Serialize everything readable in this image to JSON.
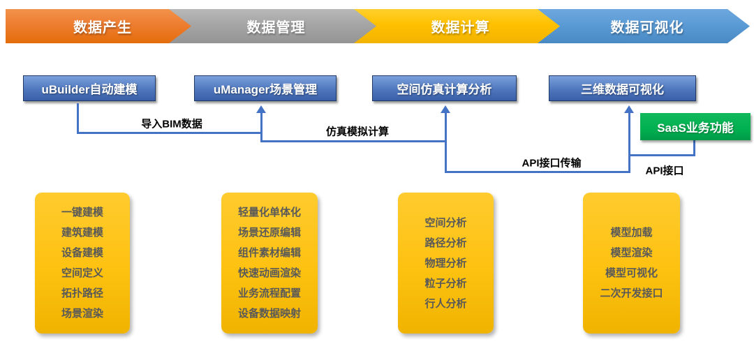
{
  "banner": {
    "stages": [
      {
        "label": "数据产生",
        "color": "#ED7D31"
      },
      {
        "label": "数据管理",
        "color": "#A5A5A5"
      },
      {
        "label": "数据计算",
        "color": "#FFC000"
      },
      {
        "label": "数据可视化",
        "color": "#5B9BD5"
      }
    ]
  },
  "products": [
    {
      "label": "uBuilder自动建模"
    },
    {
      "label": "uManager场景管理"
    },
    {
      "label": "空间仿真计算分析"
    },
    {
      "label": "三维数据可视化"
    }
  ],
  "saas_box": {
    "label": "SaaS业务功能",
    "color": "#00B050"
  },
  "connectors": {
    "line_color": "#4472C4",
    "import_bim": "导入BIM数据",
    "simulation": "仿真模拟计算",
    "api_transfer": "API接口传输",
    "api": "API接口"
  },
  "feature_groups": [
    {
      "items": [
        "一键建模",
        "建筑建模",
        "设备建模",
        "空间定义",
        "拓扑路径",
        "场景渲染"
      ]
    },
    {
      "items": [
        "轻量化单体化",
        "场景还原编辑",
        "组件素材编辑",
        "快速动画渲染",
        "业务流程配置",
        "设备数据映射"
      ]
    },
    {
      "items": [
        "空间分析",
        "路径分析",
        "物理分析",
        "粒子分析",
        "行人分析"
      ]
    },
    {
      "items": [
        "模型加载",
        "模型渲染",
        "模型可视化",
        "二次开发接口"
      ]
    }
  ]
}
